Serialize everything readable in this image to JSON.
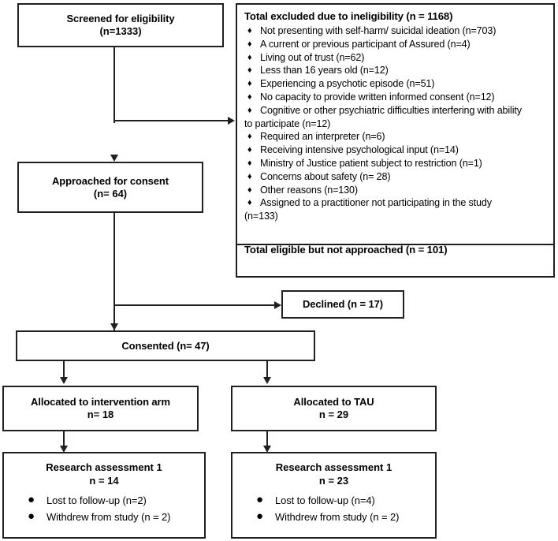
{
  "diagram": {
    "type": "consort-flow-diagram",
    "line_color": "#231f20",
    "background": "#ffffff"
  },
  "screened": {
    "title": "Screened for eligibility",
    "count": "(n=1333)"
  },
  "excluded": {
    "heading": "Total excluded due to ineligibility (n = 1168)",
    "reasons": [
      "Not presenting with self-harm/ suicidal ideation (n=703)",
      "A current or previous participant of Assured (n=4)",
      "Living out of trust (n=62)",
      "Less than 16 years old (n=12)",
      "Experiencing a psychotic episode (n=51)",
      "No capacity to provide written informed consent (n=12)",
      "Cognitive or other psychiatric difficulties interfering with ability",
      "to participate (n=12)",
      "Required an interpreter (n=6)",
      "Receiving intensive psychological input (n=14)",
      "Ministry of Justice patient subject to restriction (n=1)",
      "Concerns about safety (n= 28)",
      "Other reasons (n=130)",
      "Assigned to a practitioner not participating in the study",
      "(n=133)"
    ],
    "continuation_indices": [
      7,
      14
    ],
    "bullet_glyph": "♦",
    "footer": "Total eligible but not approached (n = 101)"
  },
  "approached": {
    "title": "Approached for consent",
    "count": "(n= 64)"
  },
  "declined": {
    "label": "Declined (n = 17)"
  },
  "consented": {
    "label": "Consented (n= 47)"
  },
  "allocation": {
    "intervention": {
      "title": "Allocated to intervention arm",
      "count": "n= 18"
    },
    "tau": {
      "title": "Allocated to TAU",
      "count": "n = 29"
    }
  },
  "assessment": {
    "intervention": {
      "title": "Research assessment 1",
      "count": "n = 14",
      "items": [
        "Lost to follow-up (n=2)",
        "Withdrew from study (n = 2)"
      ]
    },
    "tau": {
      "title": "Research assessment 1",
      "count": "n = 23",
      "items": [
        "Lost to follow-up (n=4)",
        "Withdrew from study (n = 2)"
      ]
    },
    "bullet_glyph": "●"
  }
}
